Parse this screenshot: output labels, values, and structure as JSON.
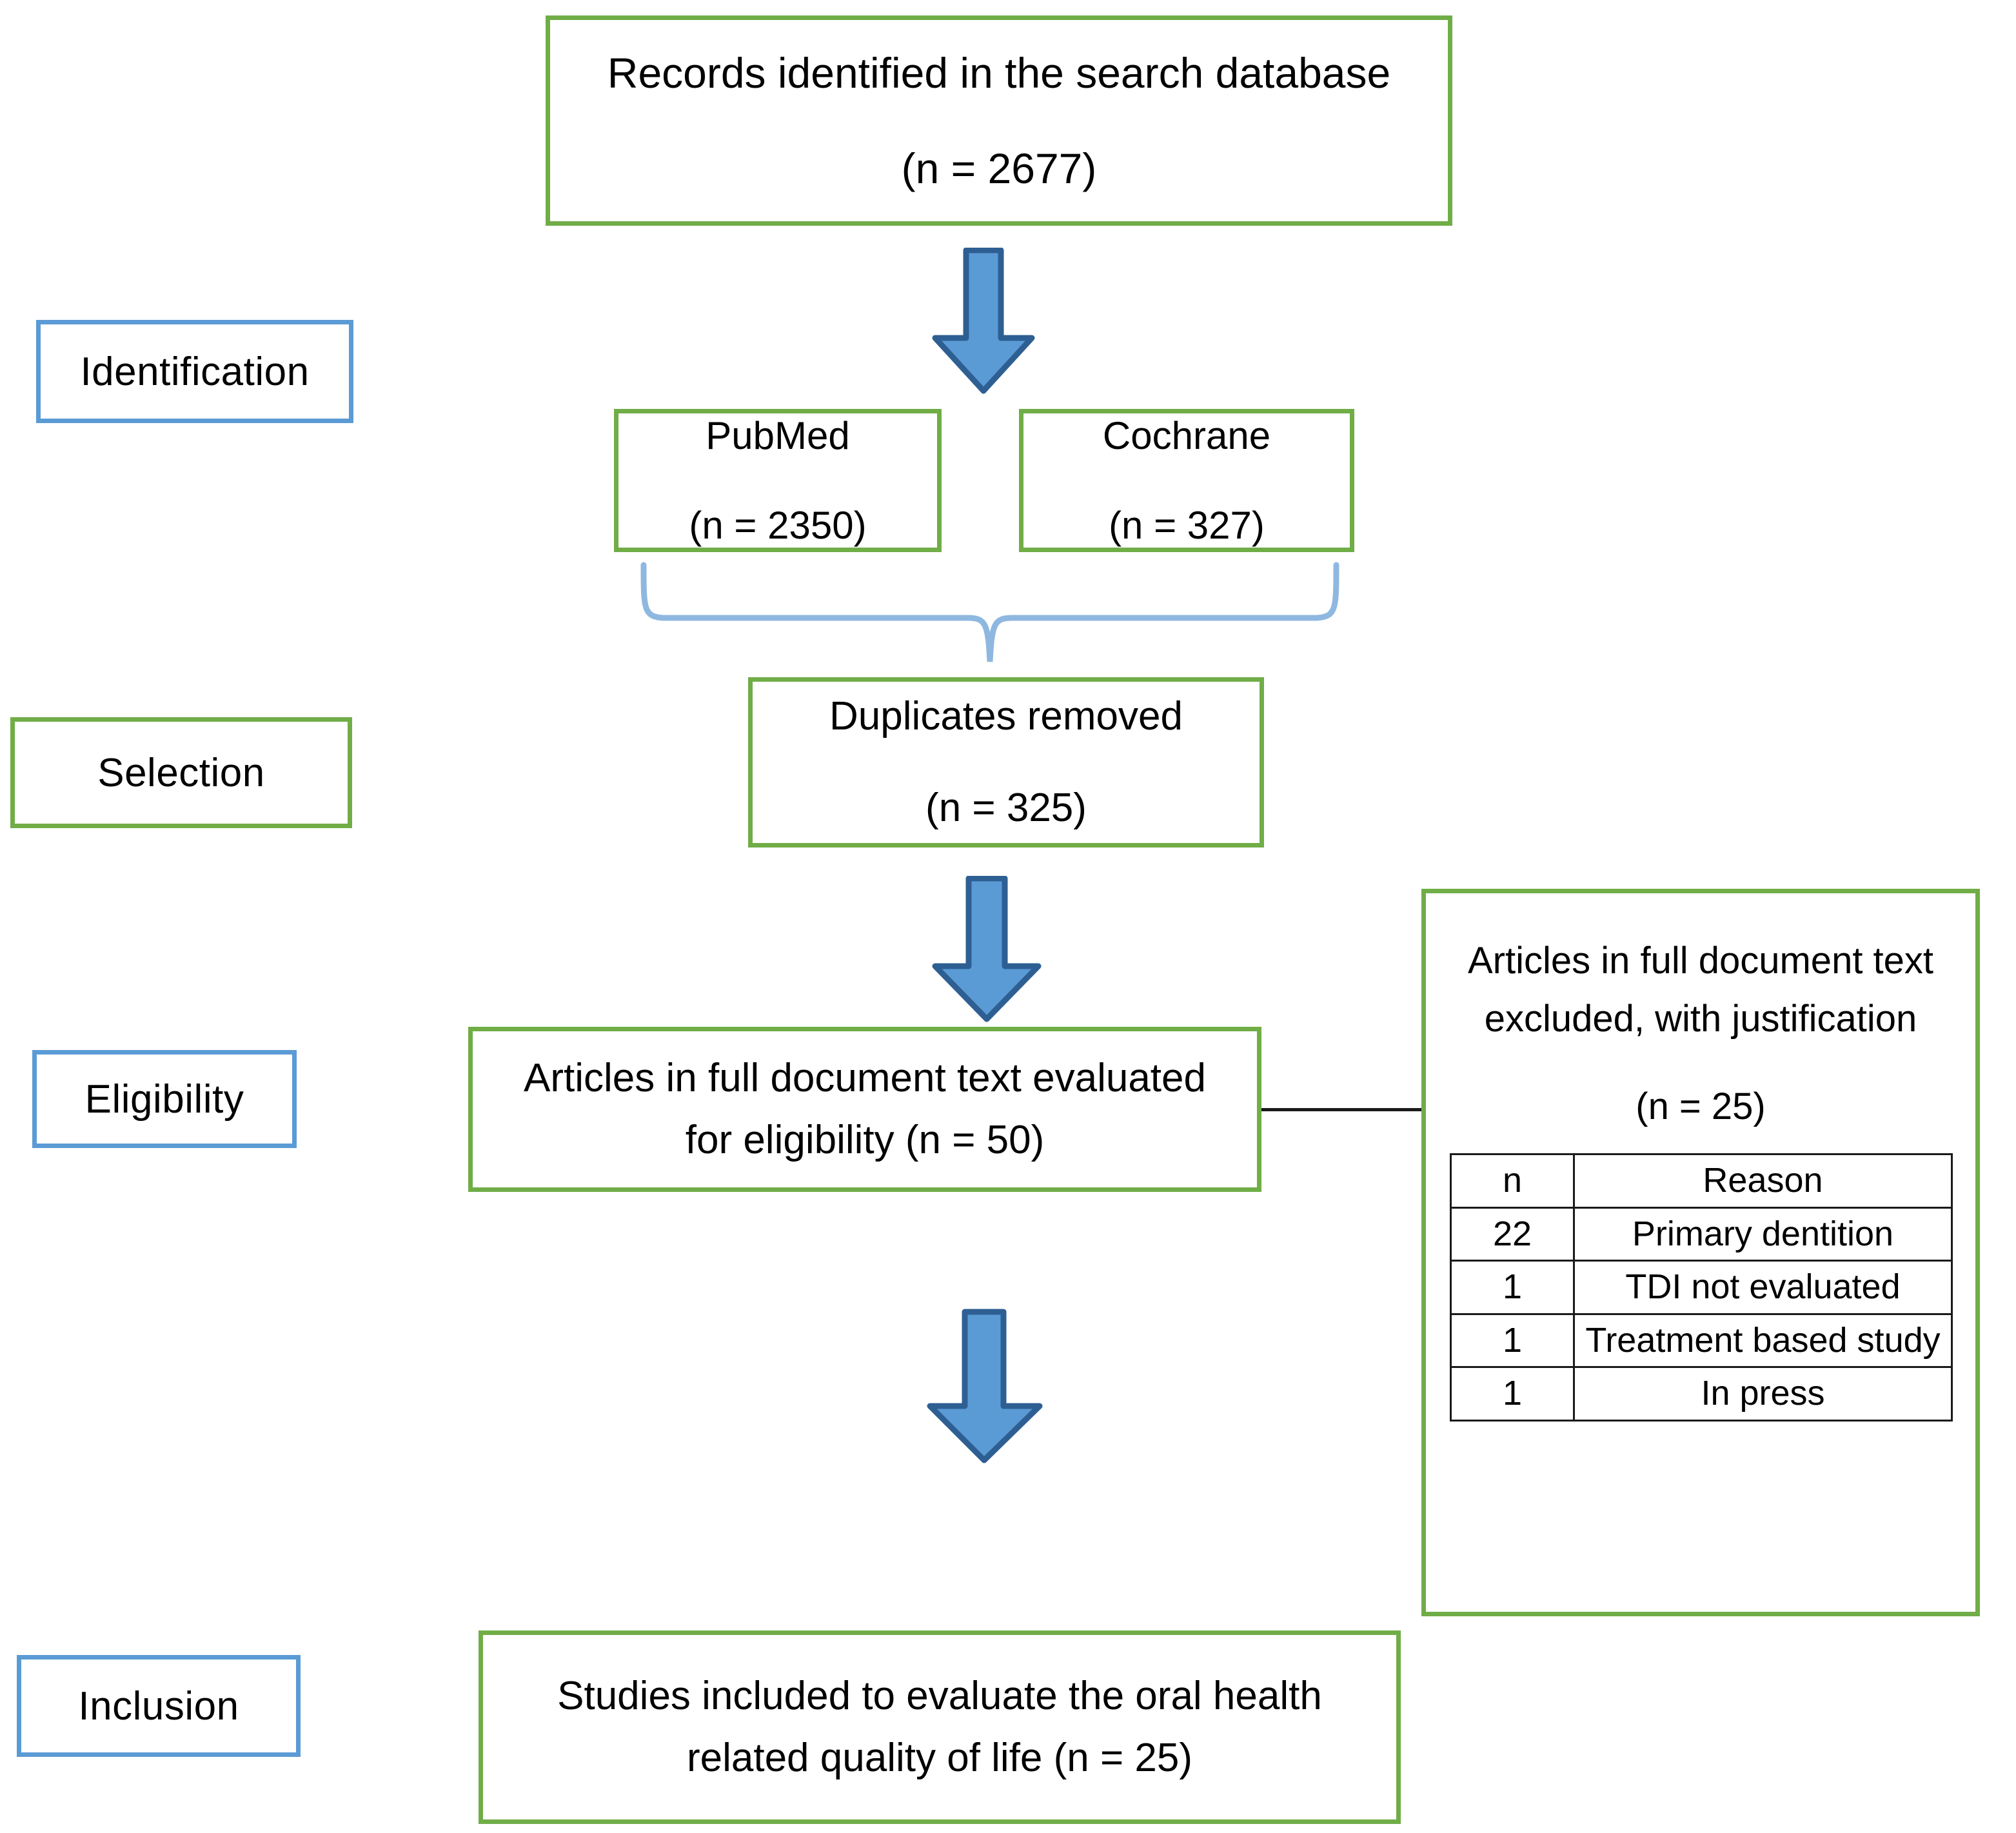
{
  "diagram": {
    "title": "PRISMA study selection flow diagram",
    "colors": {
      "box_border_green": "#70AD47",
      "label_border_blue": "#5B9BD5",
      "arrow_fill": "#5B9BD5",
      "arrow_stroke": "#2E5F93",
      "brace": "#8FB8E0",
      "connector_line": "#1a1a1a"
    }
  },
  "stages": [
    {
      "label": "Identification",
      "border": "blue"
    },
    {
      "label": "Selection",
      "border": "green"
    },
    {
      "label": "Eligibility",
      "border": "blue"
    },
    {
      "label": "Inclusion",
      "border": "blue"
    }
  ],
  "nodes": {
    "records": {
      "line1": "Records identified in the search database",
      "line2": "(n = 2677)"
    },
    "pubmed": {
      "line1": "PubMed",
      "line2": "(n = 2350)"
    },
    "cochrane": {
      "line1": "Cochrane",
      "line2": "(n = 327)"
    },
    "duplicates": {
      "line1": "Duplicates removed",
      "line2": "(n = 325)"
    },
    "eligible": {
      "line1": "Articles in full document text evaluated",
      "line2": "for eligibility (n = 50)"
    },
    "excluded": {
      "line1": "Articles in full document text",
      "line2": "excluded, with justification",
      "line3": "(n = 25)"
    },
    "included": {
      "line1": "Studies included to evaluate the oral health",
      "line2": "related quality of life (n = 25)"
    }
  },
  "reasons_table": {
    "headers": [
      "n",
      "Reason"
    ],
    "rows": [
      {
        "n": "22",
        "reason": "Primary dentition"
      },
      {
        "n": "1",
        "reason": "TDI not evaluated"
      },
      {
        "n": "1",
        "reason": "Treatment based study"
      },
      {
        "n": "1",
        "reason": "In press"
      }
    ]
  }
}
